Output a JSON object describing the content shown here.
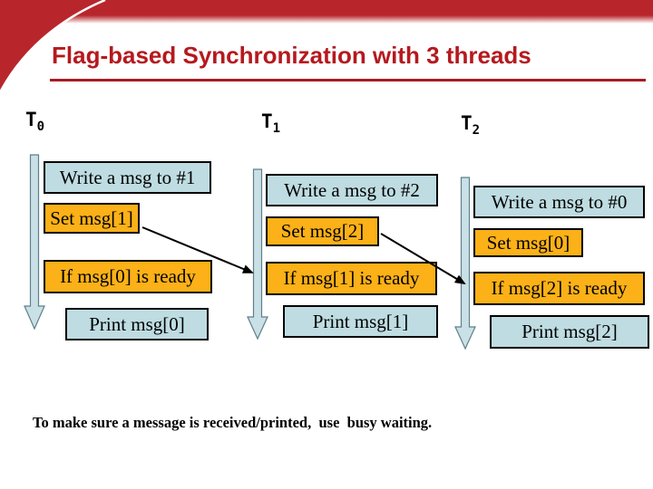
{
  "slide": {
    "title": "Flag-based Synchronization with 3 threads",
    "footer": "To make sure a message is received/printed,  use  busy waiting."
  },
  "colors": {
    "header_red": "#B8262C",
    "title_red": "#B5191E",
    "underline_red": "#A91B20",
    "box_blue": "#BEDCE1",
    "box_orange": "#FBB117",
    "arrow_blue": "#C9E1E6",
    "connector_black": "#000000"
  },
  "threads": [
    {
      "name": "T",
      "sub": "0",
      "steps": [
        {
          "label": "Write a msg to #1"
        },
        {
          "label": "Set msg[1]"
        },
        {
          "label": "If msg[0] is ready"
        },
        {
          "label": "Print msg[0]"
        }
      ]
    },
    {
      "name": "T",
      "sub": "1",
      "steps": [
        {
          "label": "Write a msg to #2"
        },
        {
          "label": "Set msg[2]"
        },
        {
          "label": "If msg[1] is ready"
        },
        {
          "label": "Print msg[1]"
        }
      ]
    },
    {
      "name": "T",
      "sub": "2",
      "steps": [
        {
          "label": "Write a msg to #0"
        },
        {
          "label": "Set msg[0]"
        },
        {
          "label": "If msg[2] is ready"
        },
        {
          "label": "Print msg[2]"
        }
      ]
    }
  ]
}
